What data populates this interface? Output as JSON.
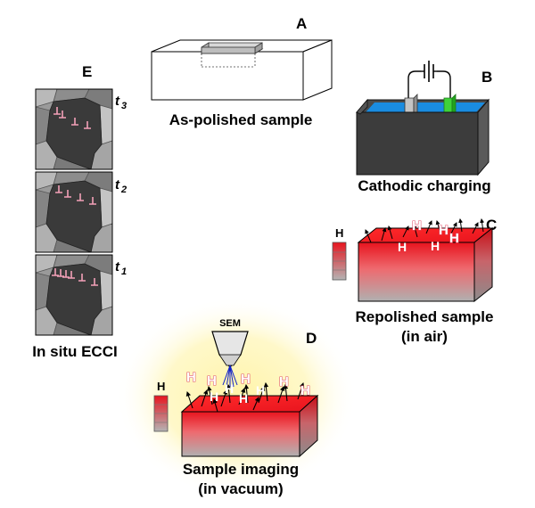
{
  "panels": {
    "A": {
      "letter": "A",
      "caption": "As-polished sample"
    },
    "B": {
      "letter": "B",
      "caption": "Cathodic charging"
    },
    "C": {
      "letter": "C",
      "caption_line1": "Repolished sample",
      "caption_line2": "(in air)",
      "scale_label": "H",
      "h_symbols": [
        "H",
        "H",
        "H",
        "H",
        "H"
      ]
    },
    "D": {
      "letter": "D",
      "caption_line1": "Sample imaging",
      "caption_line2": "(in vacuum)",
      "scale_label": "H",
      "sem_label": "SEM",
      "h_symbols": [
        "H",
        "H",
        "H",
        "H",
        "H",
        "H",
        "H",
        "H",
        "H"
      ]
    },
    "E": {
      "letter": "E",
      "caption": "In situ ECCI",
      "frames": [
        {
          "t": "t",
          "sub": "3"
        },
        {
          "t": "t",
          "sub": "2"
        },
        {
          "t": "t",
          "sub": "1"
        }
      ]
    }
  },
  "colors": {
    "red": "#e8141e",
    "electrolyte": "#1a8ce0",
    "electrode_green": "#3fd23a",
    "electrode_gray": "#b8b8b8",
    "glow": "#fff4a8",
    "grain_dark": "#3a3a3a",
    "dislocation": "#f3a0b8"
  }
}
